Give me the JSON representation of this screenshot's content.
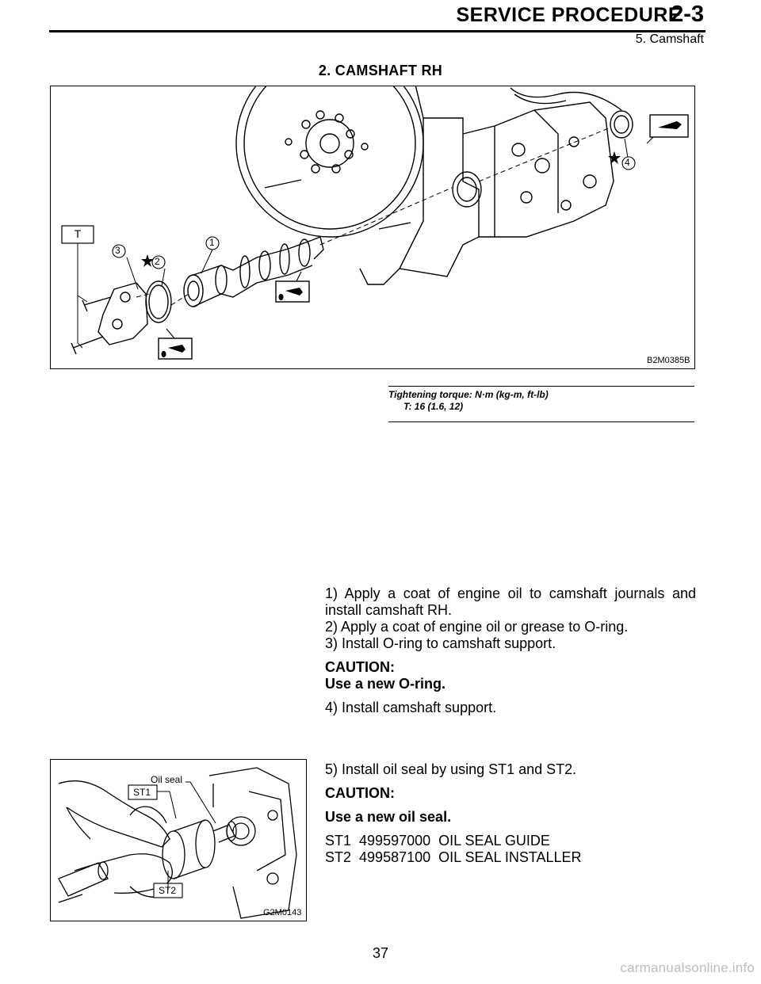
{
  "header": {
    "title": "SERVICE PROCEDURE",
    "section_number": "2-3",
    "subsection": "5. Camshaft"
  },
  "section_title": "2.  CAMSHAFT RH",
  "figure1": {
    "code": "B2M0385B",
    "callouts": [
      "1",
      "2",
      "3",
      "4",
      "T"
    ]
  },
  "torque_note": {
    "line1": "Tightening torque: N·m (kg-m, ft-lb)",
    "line2": "T: 16 (1.6, 12)"
  },
  "steps_a": {
    "step1": "1) Apply a coat of engine oil to camshaft journals and install camshaft RH.",
    "step2": "2) Apply a coat of engine oil or grease to O-ring.",
    "step3": "3) Install O-ring to camshaft support.",
    "caution_label": "CAUTION:",
    "caution_text": "Use a new O-ring.",
    "step4": "4) Install camshaft support."
  },
  "figure2": {
    "code": "G2M0143",
    "label_oil_seal": "Oil seal",
    "label_st1": "ST1",
    "label_st2": "ST2"
  },
  "steps_b": {
    "step5": "5) Install oil seal by using ST1 and ST2.",
    "caution_label": "CAUTION:",
    "caution_text": "Use a new oil seal.",
    "tools": [
      {
        "id": "ST1",
        "part_no": "499597000",
        "name": "OIL SEAL GUIDE"
      },
      {
        "id": "ST2",
        "part_no": "499587100",
        "name": "OIL SEAL INSTALLER"
      }
    ]
  },
  "page_number": "37",
  "watermark": "carmanualsonline.info"
}
